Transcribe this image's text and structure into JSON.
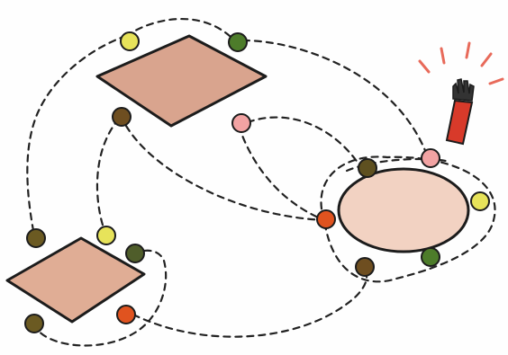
{
  "diagram": {
    "nodes": [
      {
        "id": "diamond-top",
        "shape": "diamond",
        "fill": "#d9a48e"
      },
      {
        "id": "diamond-bottom",
        "shape": "diamond",
        "fill": "#e0ad95"
      },
      {
        "id": "oval-right",
        "shape": "ellipse",
        "fill": "#f2d2c2"
      }
    ],
    "dot_colors": {
      "yellow": "#e7e35a",
      "green": "#4d7c2a",
      "brown": "#6e4e20",
      "pink": "#f2a3a3",
      "orange": "#e0531f",
      "olive": "#6b5a22"
    },
    "hand_icon": {
      "name": "raised-hand-icon",
      "sleeve_color": "#d83a2a",
      "ray_color": "#e86a5a"
    },
    "edge_style": {
      "stroke": "#222222",
      "dash": "dashed"
    }
  }
}
